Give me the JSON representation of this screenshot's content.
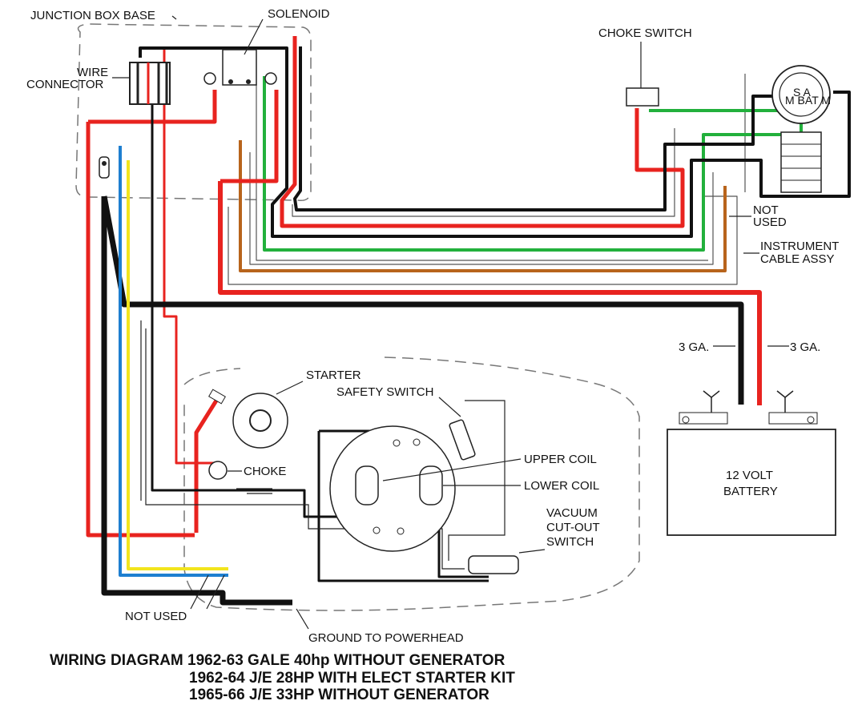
{
  "labels": {
    "junction_box_base": "JUNCTION BOX BASE",
    "solenoid": "SOLENOID",
    "wire": "WIRE",
    "connector": "CONNECTOR",
    "choke_switch": "CHOKE SWITCH",
    "not": "NOT",
    "used": "USED",
    "instrument": "INSTRUMENT",
    "cable_assy": "CABLE ASSY",
    "ga_left": "3 GA.",
    "ga_right": "3 GA.",
    "starter": "STARTER",
    "safety_switch": "SAFETY SWITCH",
    "choke": "CHOKE",
    "upper_coil": "UPPER COIL",
    "lower_coil": "LOWER COIL",
    "vacuum": "VACUUM",
    "cut_out": "CUT-OUT",
    "switch": "SWITCH",
    "battery_line1": "12 VOLT",
    "battery_line2": "BATTERY",
    "not_used_bottom": "NOT USED",
    "ground": "GROUND TO POWERHEAD",
    "key_switch_marks": "S A",
    "key_switch_marks2": "M BAT M"
  },
  "title": {
    "line1": "WIRING DIAGRAM 1962-63 GALE 40hp WITHOUT  GENERATOR",
    "line2": "1962-64 J/E 28HP WITH ELECT STARTER KIT",
    "line3": "1965-66 J/E 33HP WITHOUT GENERATOR"
  },
  "colors": {
    "red": "#e8231f",
    "black": "#111111",
    "green": "#22b03c",
    "blue": "#1e7fd0",
    "yellow": "#f2e51d",
    "brown": "#b8641c",
    "white_wire": "#666666"
  }
}
